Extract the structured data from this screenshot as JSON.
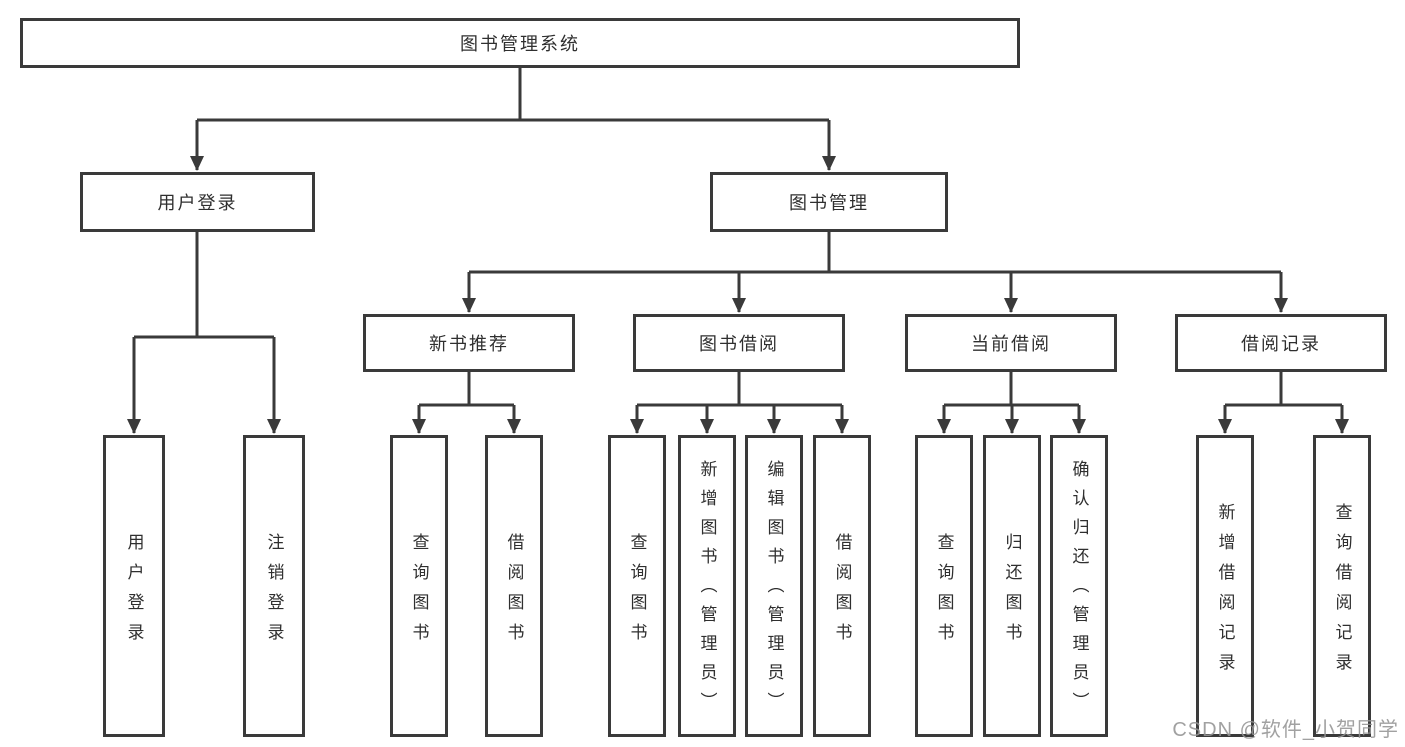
{
  "colors": {
    "line": "#3a3a3a",
    "box_border": "#3a3a3a",
    "text": "#2f2f2f",
    "watermark": "#949494",
    "background": "#ffffff"
  },
  "watermark": {
    "text": "CSDN @软件_小贺同学"
  },
  "tree": {
    "root": {
      "label": "图书管理系统"
    },
    "children": [
      {
        "label": "用户登录",
        "children": [
          {
            "label": "用户登录"
          },
          {
            "label": "注销登录"
          }
        ]
      },
      {
        "label": "图书管理",
        "children": [
          {
            "label": "新书推荐",
            "children": [
              {
                "label": "查询图书"
              },
              {
                "label": "借阅图书"
              }
            ]
          },
          {
            "label": "图书借阅",
            "children": [
              {
                "label": "查询图书"
              },
              {
                "label": "新增图书（管理员）"
              },
              {
                "label": "编辑图书（管理员）"
              },
              {
                "label": "借阅图书"
              }
            ]
          },
          {
            "label": "当前借阅",
            "children": [
              {
                "label": "查询图书"
              },
              {
                "label": "归还图书"
              },
              {
                "label": "确认归还（管理员）"
              }
            ]
          },
          {
            "label": "借阅记录",
            "children": [
              {
                "label": "新增借阅记录"
              },
              {
                "label": "查询借阅记录"
              }
            ]
          }
        ]
      }
    ]
  }
}
